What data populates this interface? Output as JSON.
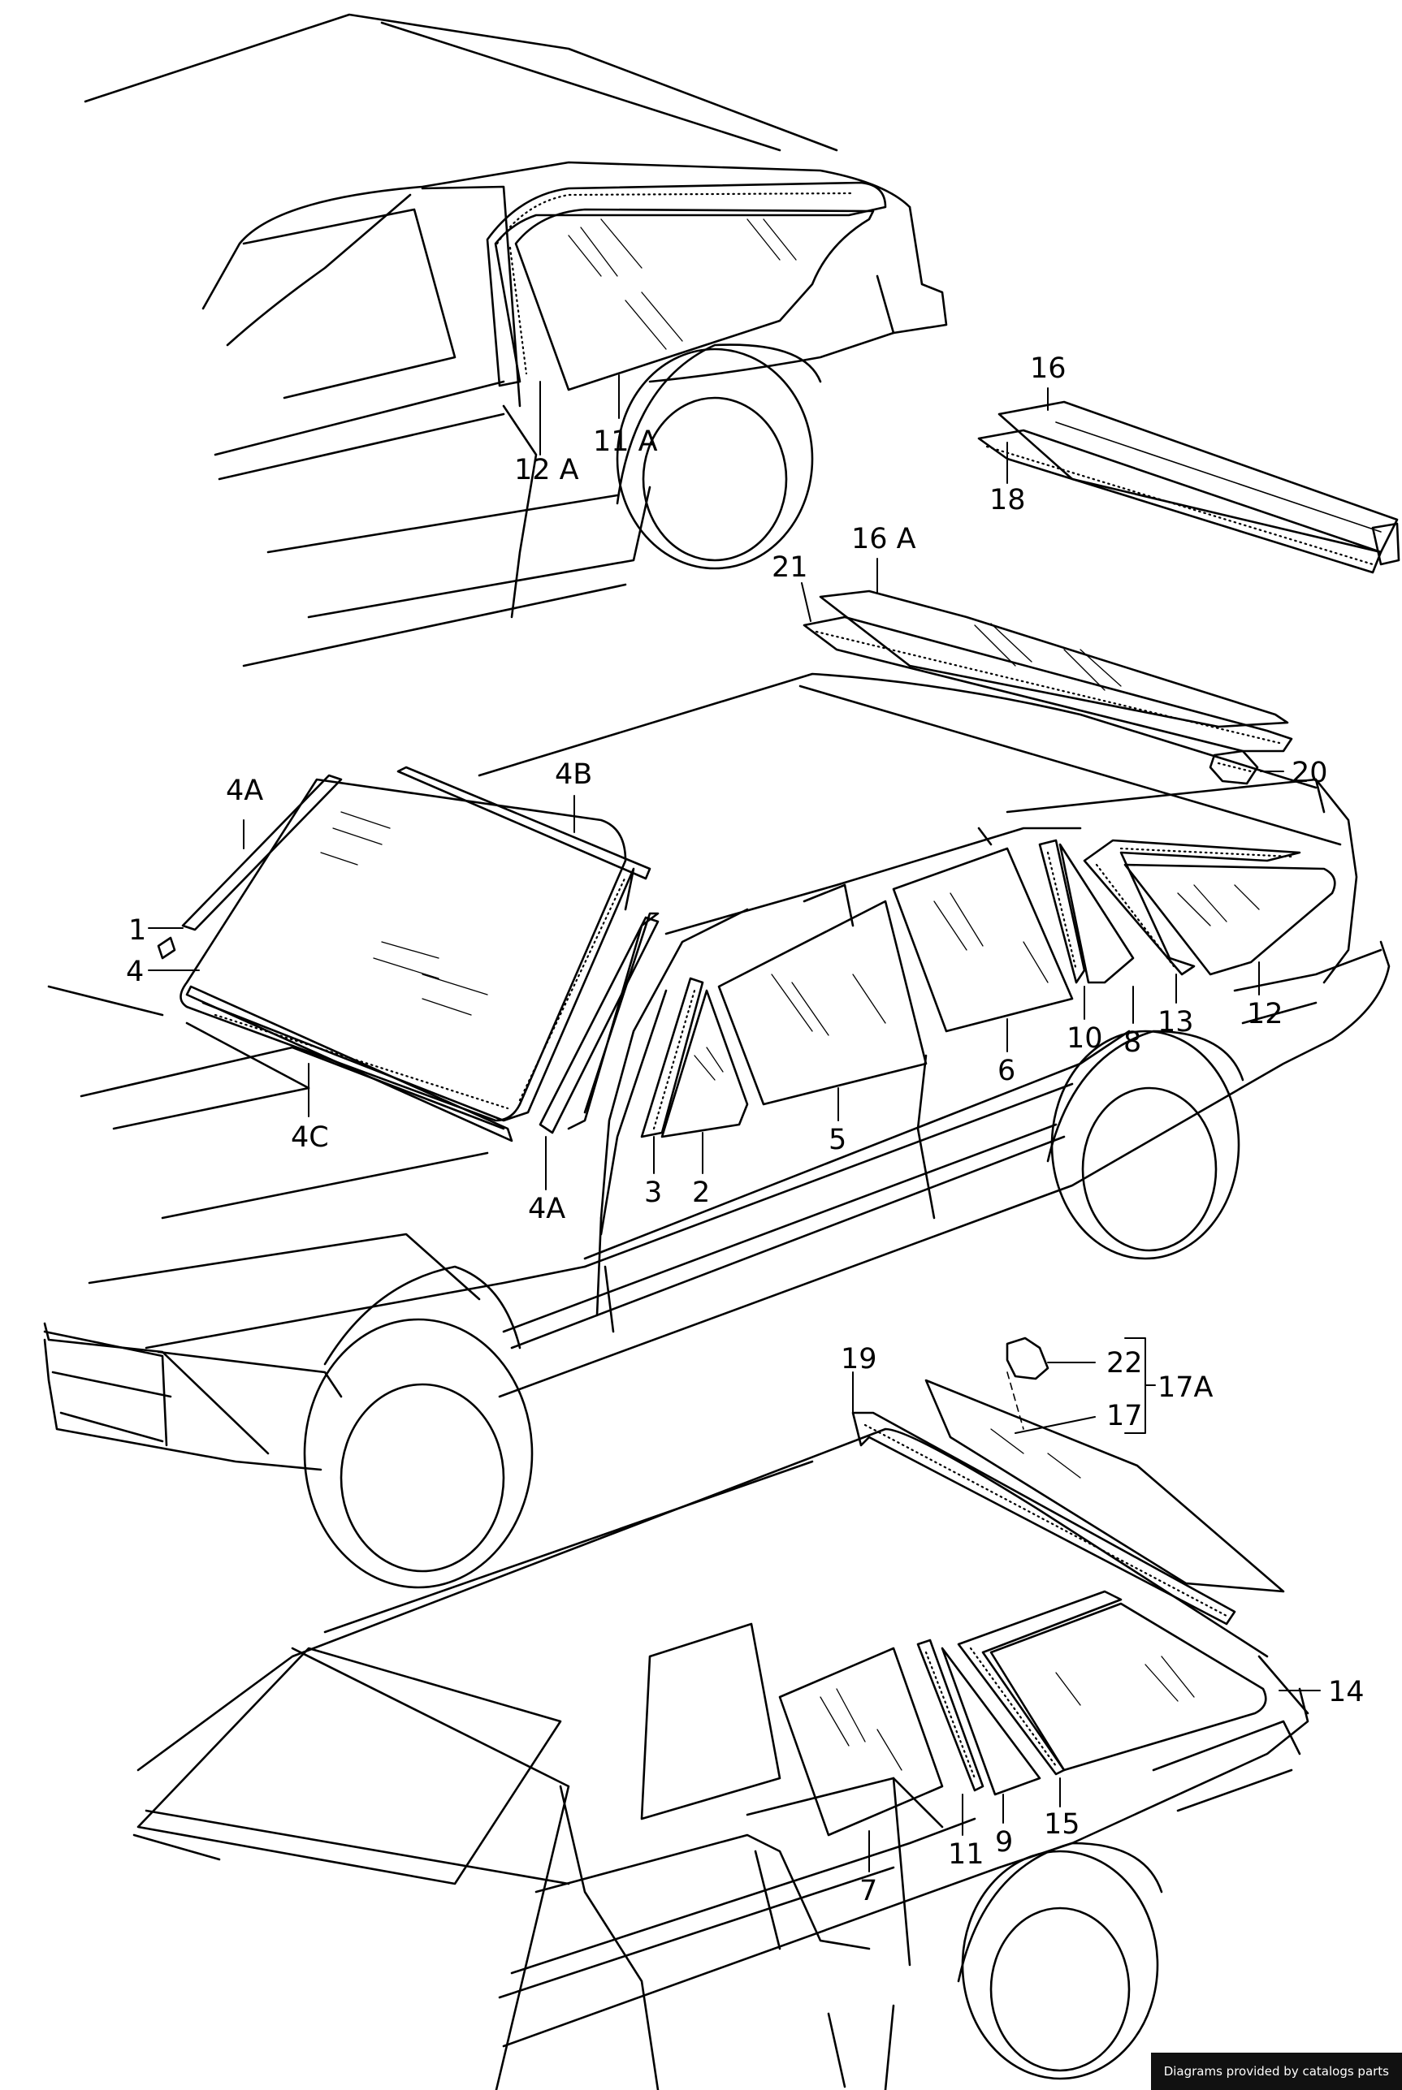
{
  "labels": {
    "l12a": "12 A",
    "l11a": "11 A",
    "l16": "16",
    "l18": "18",
    "l16a": "16 A",
    "l21": "21",
    "l20": "20",
    "l4a_top": "4A",
    "l4b": "4B",
    "l1": "1",
    "l4": "4",
    "l4c": "4C",
    "l4a_bottom": "4A",
    "l3": "3",
    "l2": "2",
    "l5": "5",
    "l6": "6",
    "l10": "10",
    "l8": "8",
    "l13": "13",
    "l12": "12",
    "l19": "19",
    "l22": "22",
    "l17a": "17A",
    "l17": "17",
    "l14": "14",
    "l7": "7",
    "l11": "11",
    "l9": "9",
    "l15": "15"
  },
  "footer": {
    "credit": "Diagrams provided by catalogs parts"
  }
}
